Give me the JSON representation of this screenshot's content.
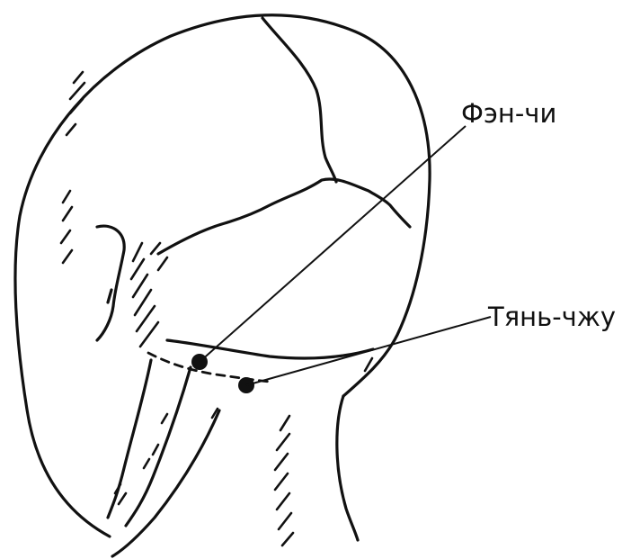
{
  "diagram": {
    "subject": "head-and-neck-back-view",
    "points": [
      {
        "id": "fengchi",
        "label": "Фэн-чи"
      },
      {
        "id": "tianzhu",
        "label": "Тянь-чжу"
      }
    ],
    "colors": {
      "ink": "#111111",
      "background": "#ffffff"
    }
  }
}
